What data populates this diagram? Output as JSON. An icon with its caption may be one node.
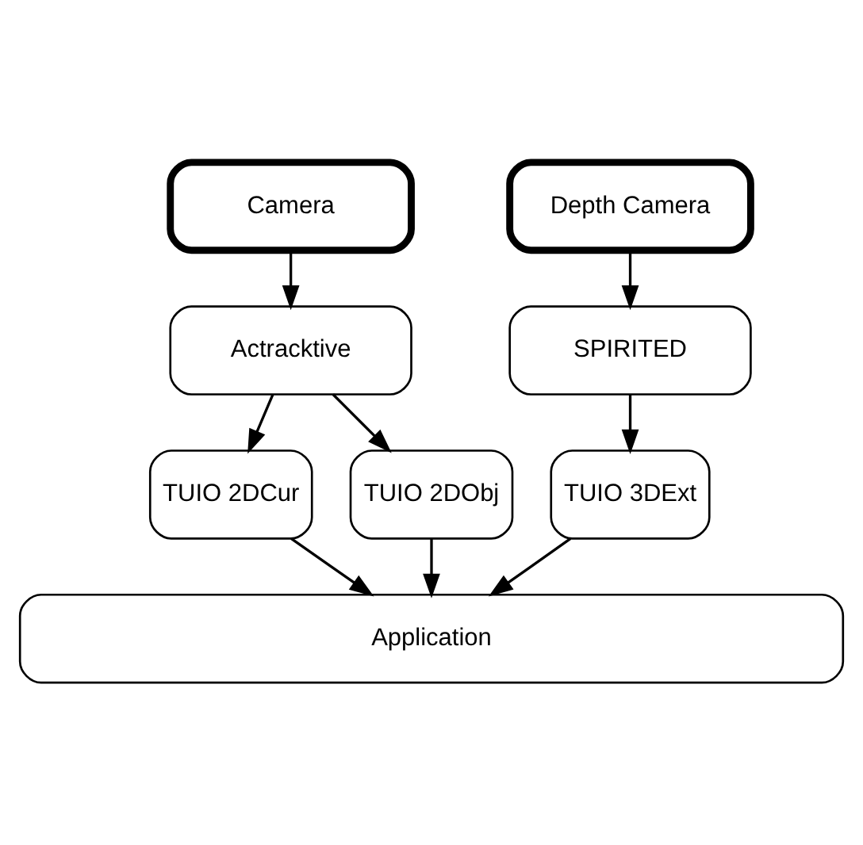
{
  "diagram": {
    "nodes": [
      {
        "text": [
          "Camera"
        ]
      },
      {
        "text": [
          "Depth Camera"
        ]
      },
      {
        "text": [
          "Actracktive"
        ]
      },
      {
        "text": [
          "SPIRITED"
        ]
      },
      {
        "text": [
          "TUIO 2DCur"
        ]
      },
      {
        "text": [
          "TUIO 2DObj"
        ]
      },
      {
        "text": [
          "TUIO 3DExt"
        ]
      },
      {
        "text": [
          "Application"
        ]
      }
    ],
    "edges": [
      {
        "from": 0,
        "to": 2,
        "arrow": "to"
      },
      {
        "from": 1,
        "to": 3,
        "arrow": "to"
      },
      {
        "from": 2,
        "to": 4,
        "arrow": "to"
      },
      {
        "from": 2,
        "to": 5,
        "arrow": "to"
      },
      {
        "from": 3,
        "to": 6,
        "arrow": "to"
      },
      {
        "from": 4,
        "to": 7,
        "arrow": "to"
      },
      {
        "from": 5,
        "to": 7,
        "arrow": "to"
      },
      {
        "from": 6,
        "to": 7,
        "arrow": "to"
      }
    ]
  }
}
